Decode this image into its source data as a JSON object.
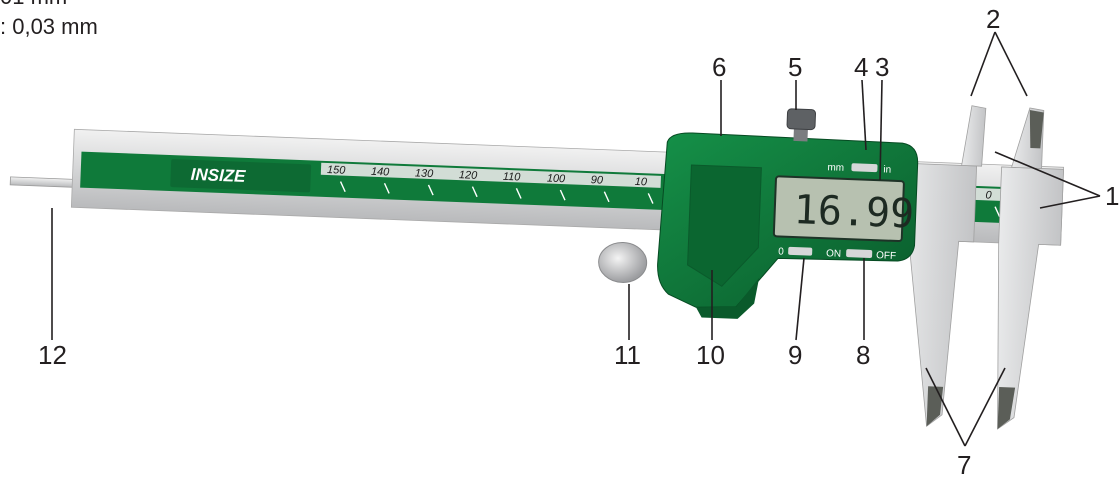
{
  "specs": {
    "line1": "01 mm",
    "line2": ": 0,03 mm"
  },
  "caliper": {
    "brand": "INSIZE",
    "display_reading": "16.99",
    "scale_labels": [
      "150",
      "140",
      "130",
      "120",
      "110",
      "100",
      "90",
      "10",
      "0"
    ],
    "button_mode_label": "mm",
    "button_mode_label_right": "in",
    "button_on_label": "ON",
    "button_off_label": "OFF",
    "button_zero_label": "0"
  },
  "callouts": {
    "c1": "1",
    "c2": "2",
    "c3": "3",
    "c4": "4",
    "c5": "5",
    "c6": "6",
    "c7": "7",
    "c8": "8",
    "c9": "9",
    "c10": "10",
    "c11": "11",
    "c12": "12"
  },
  "colors": {
    "body_green": "#0f7a3a",
    "dark_green": "#0a5a2b",
    "steel": "#d9dadb",
    "lcd": "#b7c1b0"
  }
}
